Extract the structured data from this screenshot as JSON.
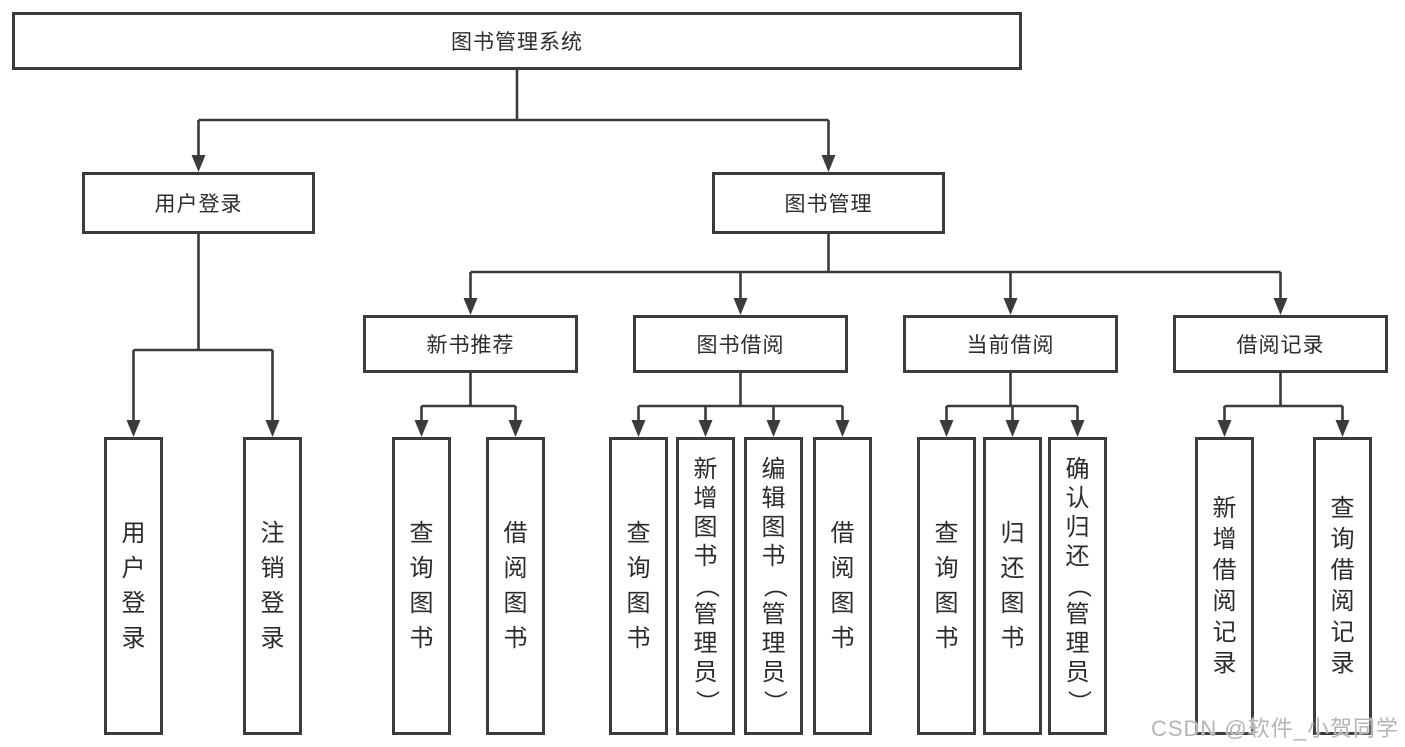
{
  "colors": {
    "line": "#3b3b3b",
    "text": "#2c2c2c",
    "background": "#ffffff",
    "watermark_color": "#b5b5b5"
  },
  "watermark": {
    "text": "CSDN @软件_小贺同学"
  },
  "tree": {
    "root": {
      "label": "图书管理系统"
    },
    "branches": [
      {
        "label": "用户登录",
        "leaves": [
          "用户登录",
          "注销登录"
        ]
      },
      {
        "label": "图书管理",
        "groups": [
          {
            "label": "新书推荐",
            "leaves": [
              "查询图书",
              "借阅图书"
            ]
          },
          {
            "label": "图书借阅",
            "leaves": [
              "查询图书",
              "新增图书（管理员）",
              "编辑图书（管理员）",
              "借阅图书"
            ]
          },
          {
            "label": "当前借阅",
            "leaves": [
              "查询图书",
              "归还图书",
              "确认归还（管理员）"
            ]
          },
          {
            "label": "借阅记录",
            "leaves": [
              "新增借阅记录",
              "查询借阅记录"
            ]
          }
        ]
      }
    ]
  }
}
